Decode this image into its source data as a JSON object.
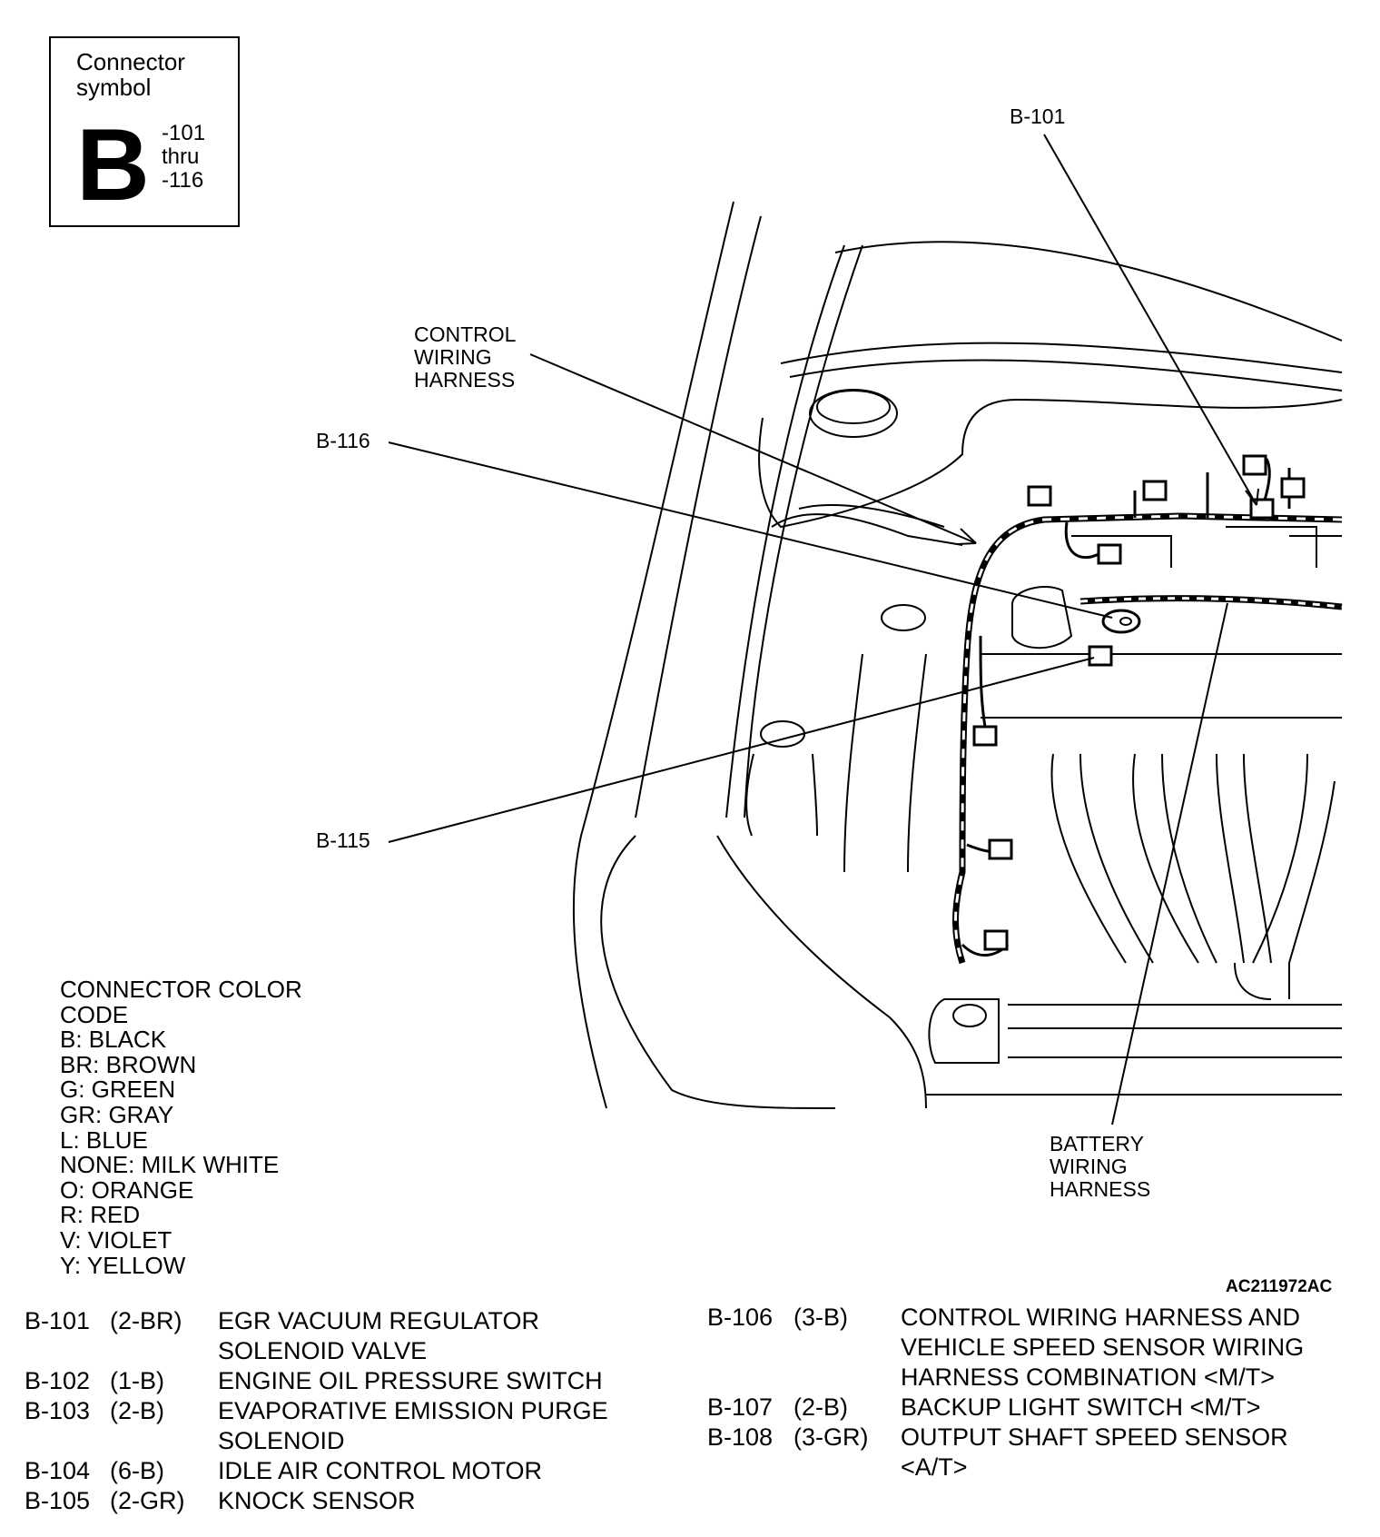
{
  "symbol": {
    "title": "Connector symbol",
    "letter": "B",
    "range": [
      "-101",
      "thru",
      "-116"
    ]
  },
  "callouts": {
    "b101": "B-101",
    "control_harness": [
      "CONTROL",
      "WIRING",
      "HARNESS"
    ],
    "b116": "B-116",
    "b115": "B-115",
    "battery_harness": [
      "BATTERY",
      "WIRING",
      "HARNESS"
    ]
  },
  "color_code": {
    "heading": [
      "CONNECTOR COLOR",
      "CODE"
    ],
    "entries": [
      "B: BLACK",
      "BR: BROWN",
      "G: GREEN",
      "GR: GRAY",
      "L: BLUE",
      "NONE: MILK WHITE",
      "O: ORANGE",
      "R: RED",
      "V: VIOLET",
      "Y: YELLOW"
    ]
  },
  "figure_code": "AC211972AC",
  "connectors_left": [
    {
      "id": "B-101",
      "code": "(2-BR)",
      "desc": [
        "EGR VACUUM REGULATOR",
        "SOLENOID VALVE"
      ]
    },
    {
      "id": "B-102",
      "code": "(1-B)",
      "desc": [
        "ENGINE OIL PRESSURE SWITCH"
      ]
    },
    {
      "id": "B-103",
      "code": "(2-B)",
      "desc": [
        "EVAPORATIVE EMISSION PURGE",
        "SOLENOID"
      ]
    },
    {
      "id": "B-104",
      "code": "(6-B)",
      "desc": [
        "IDLE AIR CONTROL MOTOR"
      ]
    },
    {
      "id": "B-105",
      "code": "(2-GR)",
      "desc": [
        "KNOCK SENSOR"
      ]
    }
  ],
  "connectors_right": [
    {
      "id": "B-106",
      "code": "(3-B)",
      "desc": [
        "CONTROL WIRING HARNESS AND",
        "VEHICLE SPEED SENSOR WIRING",
        "HARNESS COMBINATION <M/T>"
      ]
    },
    {
      "id": "B-107",
      "code": "(2-B)",
      "desc": [
        "BACKUP LIGHT SWITCH <M/T>"
      ]
    },
    {
      "id": "B-108",
      "code": "(3-GR)",
      "desc": [
        "OUTPUT SHAFT SPEED SENSOR",
        "<A/T>"
      ]
    }
  ]
}
